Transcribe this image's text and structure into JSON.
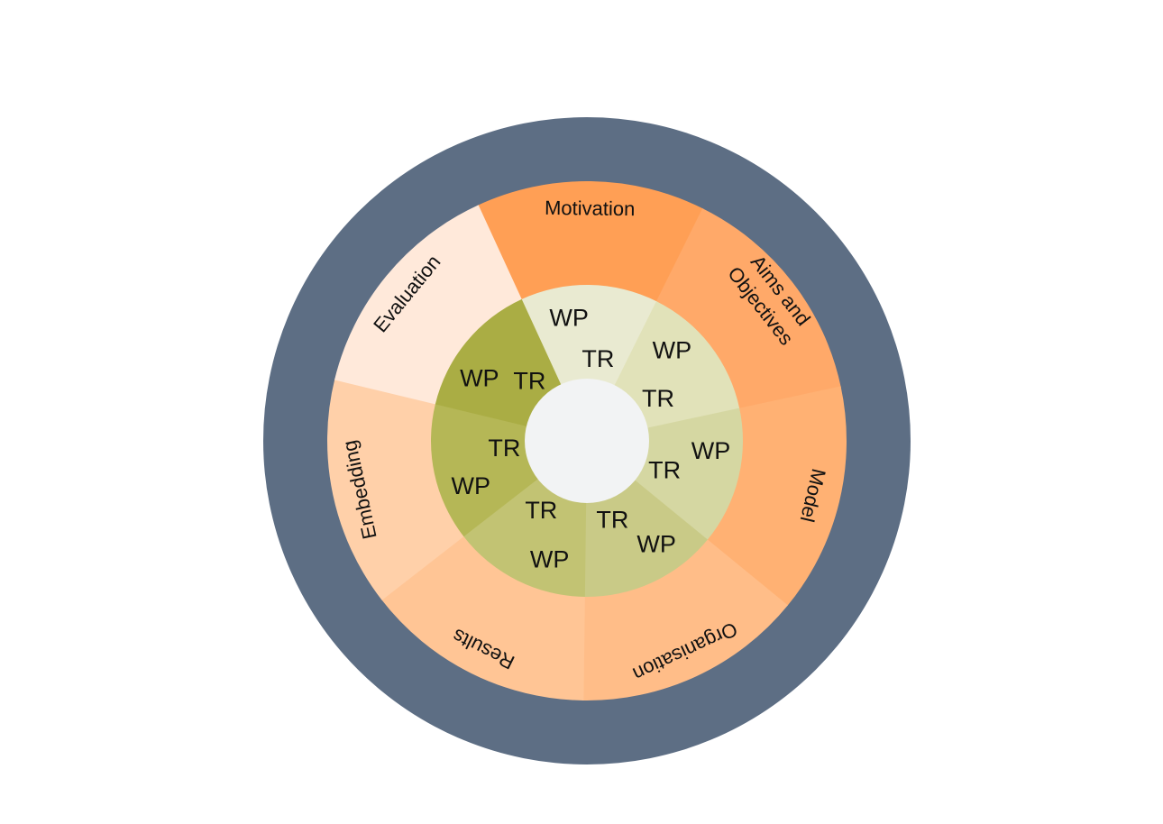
{
  "colors": {
    "background": "#ffffff",
    "outer_ring": "#5d6e84",
    "hub": "#f2f3f4"
  },
  "segments": [
    {
      "id": "motivation",
      "lines": [
        "Motivation"
      ],
      "outer_color": "#ff9f55",
      "inner_color": "#e9ead1",
      "wp": "WP",
      "tr": "TR"
    },
    {
      "id": "aims",
      "lines": [
        "Aims and",
        "Objectives"
      ],
      "outer_color": "#ffa969",
      "inner_color": "#e1e2b9",
      "wp": "WP",
      "tr": "TR"
    },
    {
      "id": "model",
      "lines": [
        "Model"
      ],
      "outer_color": "#ffb173",
      "inner_color": "#d5d7a2",
      "wp": "WP",
      "tr": "TR"
    },
    {
      "id": "organisation",
      "lines": [
        "Organisation"
      ],
      "outer_color": "#ffbd88",
      "inner_color": "#c9ca87",
      "wp": "WP",
      "tr": "TR"
    },
    {
      "id": "results",
      "lines": [
        "Results"
      ],
      "outer_color": "#ffc595",
      "inner_color": "#c2c373",
      "wp": "WP",
      "tr": "TR"
    },
    {
      "id": "embedding",
      "lines": [
        "Embedding"
      ],
      "outer_color": "#ffd0a9",
      "inner_color": "#b5b756",
      "wp": "WP",
      "tr": "TR"
    },
    {
      "id": "evaluation",
      "lines": [
        "Evaluation"
      ],
      "outer_color": "#ffe9da",
      "inner_color": "#aaad44",
      "wp": "WP",
      "tr": "TR"
    }
  ]
}
